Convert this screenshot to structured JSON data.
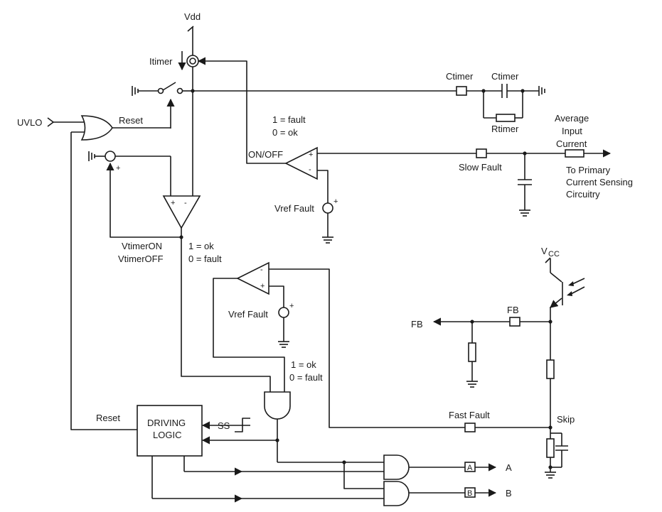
{
  "labels": {
    "vdd": "Vdd",
    "itimer": "Itimer",
    "ctimer_pin": "Ctimer",
    "ctimer_cap": "Ctimer",
    "rtimer": "Rtimer",
    "uvlo": "UVLO",
    "reset_top": "Reset",
    "fault_state_1": "1 = fault",
    "fault_state_2": "0 = ok",
    "on_off": "ON/OFF",
    "average_current": [
      "Average",
      "Input",
      "Current"
    ],
    "slow_fault": "Slow Fault",
    "to_primary": [
      "To Primary",
      "Current Sensing",
      "Circuitry"
    ],
    "vref_fault_top": "Vref Fault",
    "vtimer_on": "VtimerON",
    "vtimer_off": "VtimerOFF",
    "ok_state_1": "1 = ok",
    "ok_state_2": "0 = fault",
    "vcc": "V",
    "vcc_sub": "CC",
    "fb_out": "FB",
    "fb_pin": "FB",
    "vref_fault_mid": "Vref Fault",
    "ok_state_3": "1 = ok",
    "ok_state_4": "0 = fault",
    "fast_fault": "Fast Fault",
    "skip": "Skip",
    "reset_bottom": "Reset",
    "driving_logic": [
      "DRIVING",
      "LOGIC"
    ],
    "ss": "SS",
    "pin_a": "A",
    "out_a": "A",
    "pin_b": "B",
    "out_b": "B"
  },
  "symbols": {
    "plus": "+",
    "minus": "-"
  },
  "colors": {
    "ink": "#1a1a1a",
    "paper": "#ffffff"
  }
}
